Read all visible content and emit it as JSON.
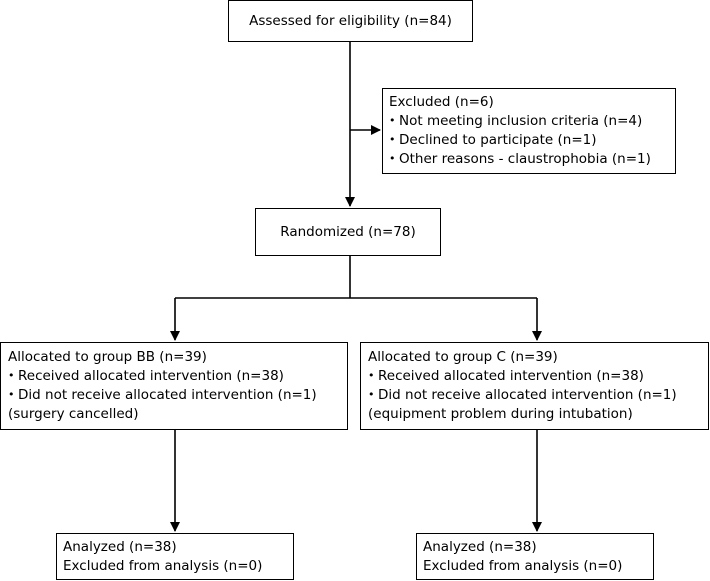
{
  "flowchart": {
    "eligibility": "Assessed for eligibility (n=84)",
    "excluded": {
      "title": "Excluded (n=6)",
      "reasons": [
        "Not meeting inclusion criteria (n=4)",
        "Declined to participate (n=1)",
        "Other reasons - claustrophobia (n=1)"
      ]
    },
    "randomized": "Randomized (n=78)",
    "group_bb": {
      "title": "Allocated to group BB (n=39)",
      "items": [
        "Received allocated intervention (n=38)",
        "Did not receive allocated intervention (n=1)"
      ],
      "note": "(surgery cancelled)"
    },
    "group_c": {
      "title": "Allocated to group C (n=39)",
      "items": [
        "Received allocated intervention (n=38)",
        "Did not receive allocated intervention (n=1)"
      ],
      "note": "(equipment problem during intubation)"
    },
    "analysis_bb": {
      "analyzed": "Analyzed (n=38)",
      "excluded": "Excluded from analysis (n=0)"
    },
    "analysis_c": {
      "analyzed": "Analyzed (n=38)",
      "excluded": "Excluded from analysis (n=0)"
    }
  }
}
